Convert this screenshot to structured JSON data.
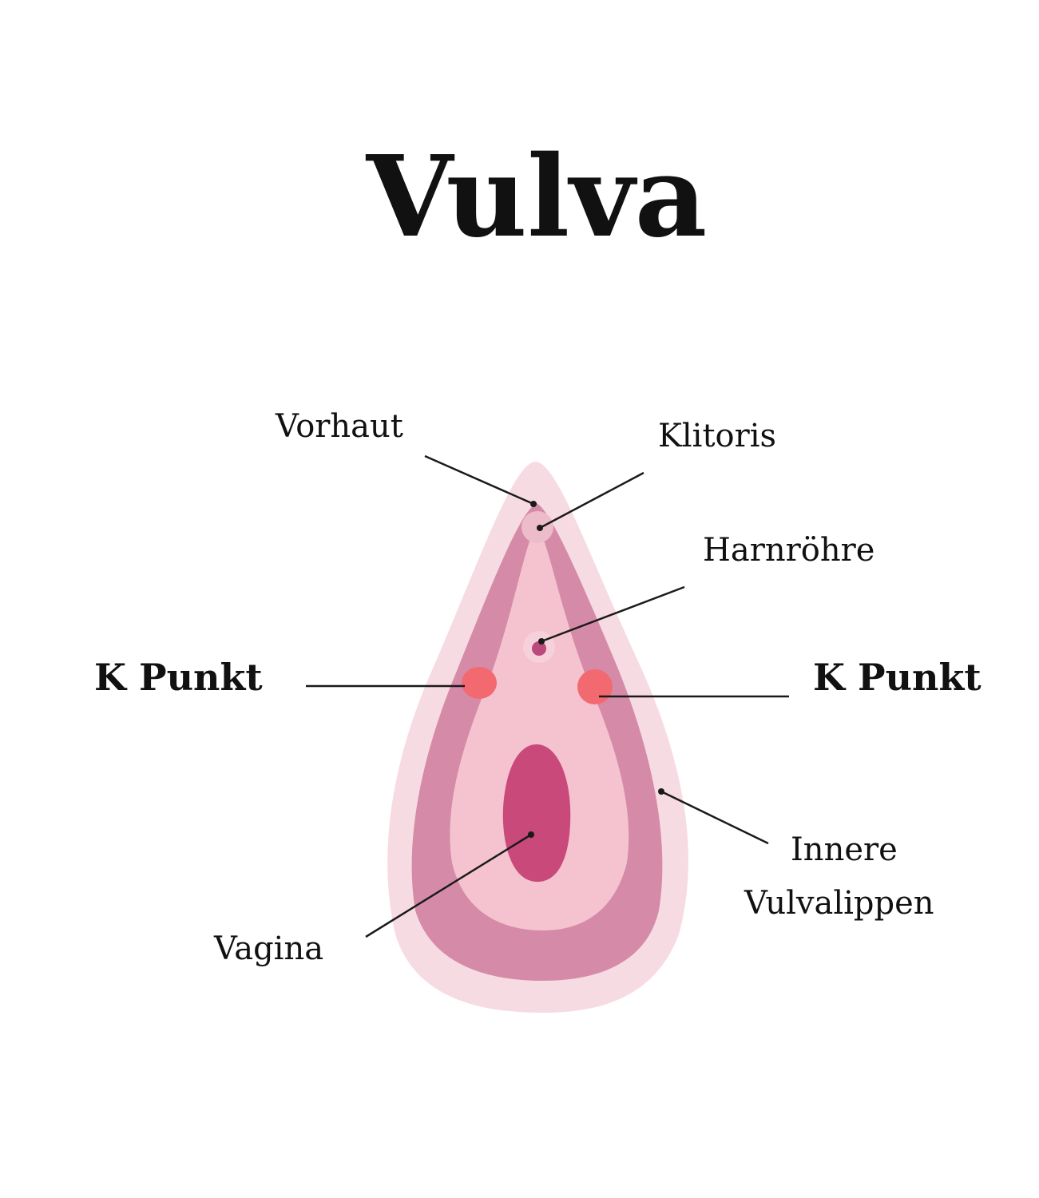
{
  "title": "Vulva",
  "labels": {
    "vorhaut": "Vorhaut",
    "klitoris": "Klitoris",
    "harnroehre": "Harnröhre",
    "k_punkt_left": "K Punkt",
    "k_punkt_right": "K Punkt",
    "innere_line1": "Innere",
    "innere_line2": "Vulvalippen",
    "vagina": "Vagina"
  },
  "colors": {
    "outer": "#f7dbe2",
    "labia_outer": "#d58ba7",
    "inner": "#f4c3cf",
    "vagina": "#c8497a",
    "urethra": "#b94a7b",
    "k_punkt": "#f26a6f"
  }
}
